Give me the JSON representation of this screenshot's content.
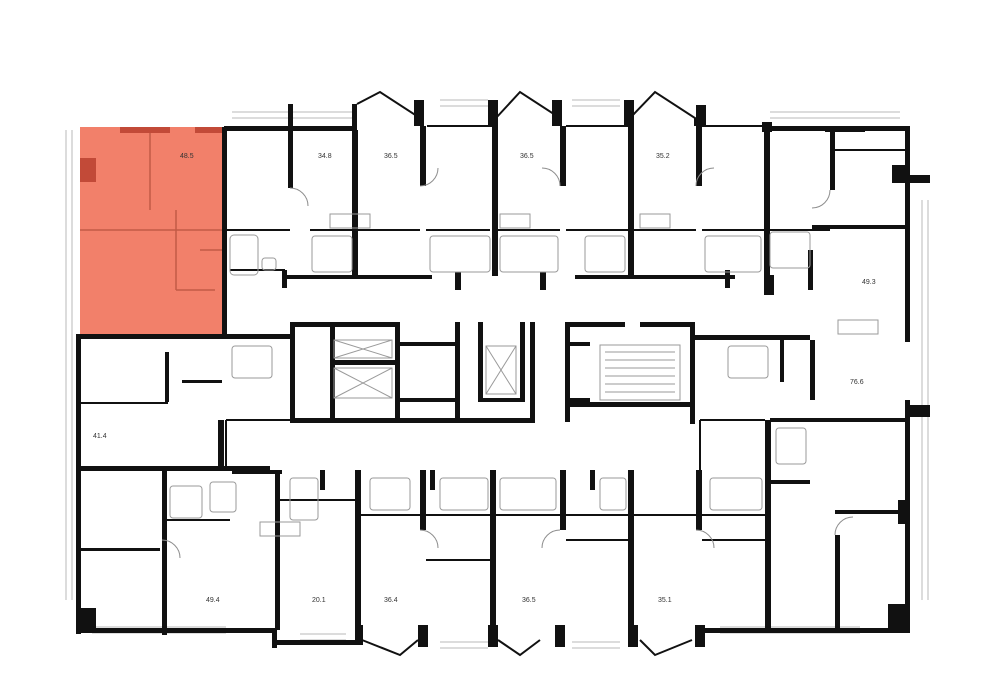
{
  "plan": {
    "highlight_color": "#f2806a",
    "wall_color": "#111111",
    "top_row": [
      {
        "id": "a1",
        "area": "48.5",
        "selected": true
      },
      {
        "id": "a2",
        "area": "34.8"
      },
      {
        "id": "a3",
        "area": "36.5"
      },
      {
        "id": "a4",
        "area": "36.5"
      },
      {
        "id": "a5",
        "area": "35.2"
      },
      {
        "id": "a6",
        "area": "49.3"
      }
    ],
    "middle": [
      {
        "id": "a7",
        "area": "41.4"
      },
      {
        "id": "a8",
        "area": "76.6"
      }
    ],
    "bottom_row": [
      {
        "id": "a9",
        "area": "49.4"
      },
      {
        "id": "a10",
        "area": "20.1"
      },
      {
        "id": "a11",
        "area": "36.4"
      },
      {
        "id": "a12",
        "area": "36.5"
      },
      {
        "id": "a13",
        "area": "35.1"
      }
    ]
  }
}
